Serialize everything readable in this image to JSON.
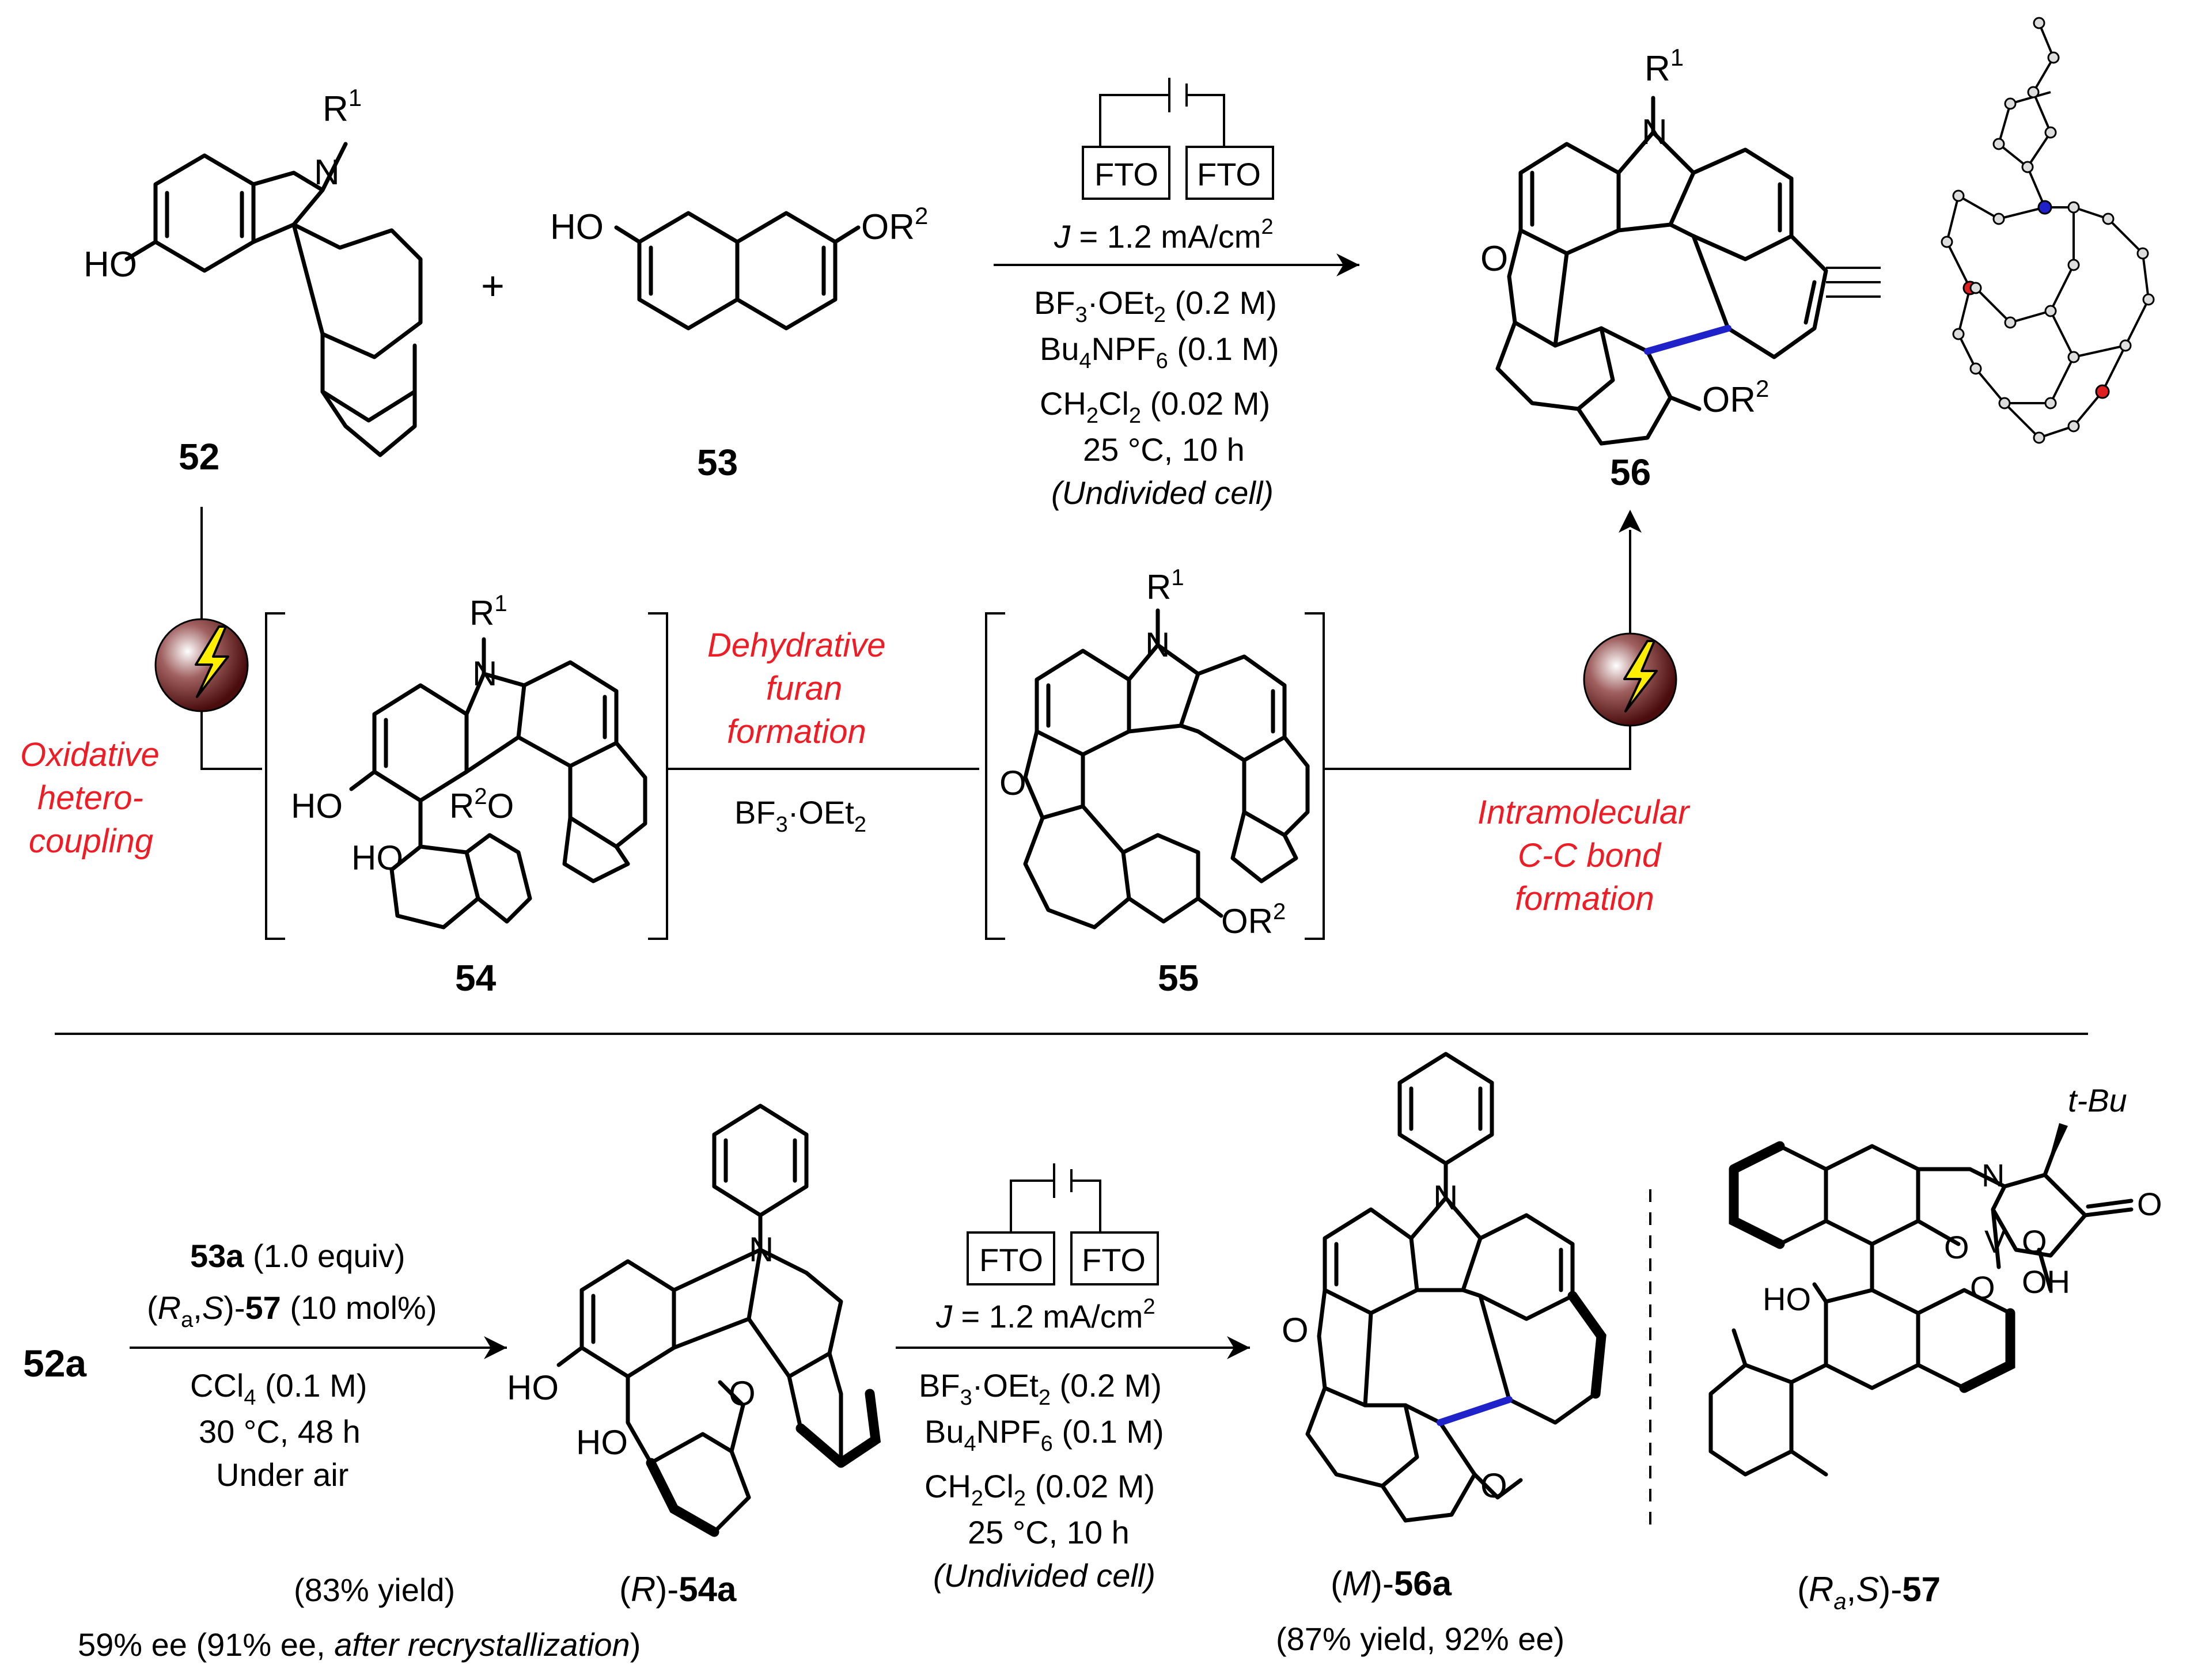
{
  "compounds": {
    "c52": "52",
    "c53": "53",
    "c54": "54",
    "c55": "55",
    "c56": "56",
    "c52a": "52a"
  },
  "atoms": {
    "r1": "R",
    "r1_sup": "1",
    "n": "N",
    "ho": "HO",
    "o": "O",
    "or": "OR",
    "r2_sup": "2",
    "r2o": "R",
    "r2o_o": "O",
    "plus": "+",
    "t_bu": "t-Bu",
    "oh": "OH",
    "v": "V",
    "ome_o": "O"
  },
  "electrode": {
    "left": "FTO",
    "right": "FTO"
  },
  "top_conditions": {
    "current_j": "J",
    "current_rest": " = 1.2 mA/cm",
    "current_sup": "2",
    "bf3_a": "BF",
    "bf3_sub": "3",
    "bf3_b": "·OEt",
    "bf3_sub2": "2",
    "bf3_c": " (0.2 M)",
    "bu4_a": "Bu",
    "bu4_sub": "4",
    "bu4_b": "NPF",
    "bu4_sub2": "6",
    "bu4_c": " (0.1 M)",
    "ch2_a": "CH",
    "ch2_sub": "2",
    "ch2_b": "Cl",
    "ch2_sub2": "2",
    "ch2_c": " (0.02 M)",
    "temp": "25 °C, 10 h",
    "cell": "(Undivided cell)"
  },
  "mechanism": {
    "oxidative_1": "Oxidative",
    "oxidative_2": "hetero-",
    "oxidative_3": "coupling",
    "dehydrative_1": "Dehydrative",
    "dehydrative_2": "furan",
    "dehydrative_3": "formation",
    "reagent_a": "BF",
    "reagent_sub": "3",
    "reagent_b": "·OEt",
    "reagent_sub2": "2",
    "intramolecular_1": "Intramolecular",
    "intramolecular_2": "C-C bond",
    "intramolecular_3": "formation"
  },
  "step1": {
    "reagent_bold": "53a",
    "reagent_rest": " (1.0 equiv)",
    "cat_open": "(",
    "cat_ra": "R",
    "cat_ra_sub": "a",
    "cat_comma": ",",
    "cat_s": "S",
    "cat_close": ")-",
    "cat_num": "57",
    "cat_loading": "  (10 mol%)",
    "solvent_a": "CCl",
    "solvent_sub": "4",
    "solvent_b": " (0.1 M)",
    "temp": "30 °C, 48 h",
    "atmosphere": "Under air",
    "yield": "(83% yield)",
    "ee_a": "59% ee (91% ee, ",
    "ee_it": "after recrystallization",
    "ee_b": ")"
  },
  "product_54a": {
    "open": "(",
    "config": "R",
    "close": ")-",
    "num": "54a"
  },
  "product_56a": {
    "open": "(",
    "config": "M",
    "close": ")-",
    "num": "56a",
    "result": "(87% yield, 92% ee)"
  },
  "catalyst_57": {
    "open": "(",
    "ra": "R",
    "ra_sub": "a",
    "comma": ",",
    "s": "S",
    "close": ")-",
    "num": "57"
  },
  "colors": {
    "red_text": "#ee1c24",
    "new_bond": "#1e22c8",
    "bolt": "#ffee00",
    "sphere": "#6b1a1a"
  }
}
